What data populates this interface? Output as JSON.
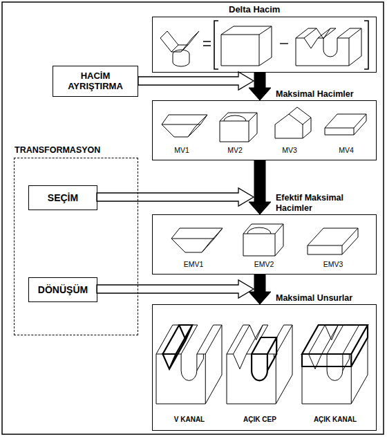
{
  "diagram": {
    "nodes": [
      {
        "text": [
          "Delta Hacim"
        ]
      },
      {
        "text": [
          "HACİM AYRIŞTIRMA"
        ]
      },
      {
        "text": [
          "Maksimal Hacimler",
          "MV1",
          "MV2",
          "MV3",
          "MV4"
        ]
      },
      {
        "text": [
          "TRANSFORMASYON"
        ]
      },
      {
        "text": [
          "SEÇİM"
        ],
        "in": 3
      },
      {
        "text": [
          "Efektif Maksimal Hacimler",
          "EMV1",
          "EMV2",
          "EMV3"
        ]
      },
      {
        "text": [
          "DÖNÜŞÜM"
        ],
        "in": 3
      },
      {
        "text": [
          "Maksimal Unsurlar",
          "V KANAL",
          "AÇIK CEP",
          "AÇIK KANAL"
        ]
      }
    ],
    "edges": [
      {
        "from": 0,
        "to": 2,
        "arrow": "to"
      },
      {
        "from": 2,
        "to": 5,
        "arrow": "to"
      },
      {
        "from": 5,
        "to": 7,
        "arrow": "to"
      }
    ]
  }
}
